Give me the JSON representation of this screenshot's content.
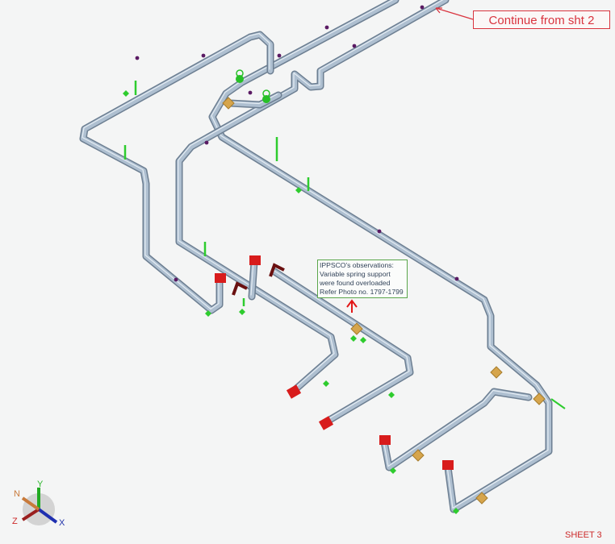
{
  "callouts": {
    "continue_from": "Continue from sht 2",
    "observation_lines": [
      "IPPSCO's observations:",
      "Variable spring support",
      "were found overloaded",
      "Refer Photo no. 1797-1799"
    ]
  },
  "sheet_label": "SHEET 3",
  "axis_triad": {
    "y": "Y",
    "x": "X",
    "z": "Z",
    "n": "N"
  },
  "colors": {
    "pipe": "#aebfd0",
    "pipe_edge": "#6d7f92",
    "flange": "#d81c1c",
    "support": "#2ecc2e",
    "callout": "#d9343f",
    "note_border": "#5aa64a"
  }
}
